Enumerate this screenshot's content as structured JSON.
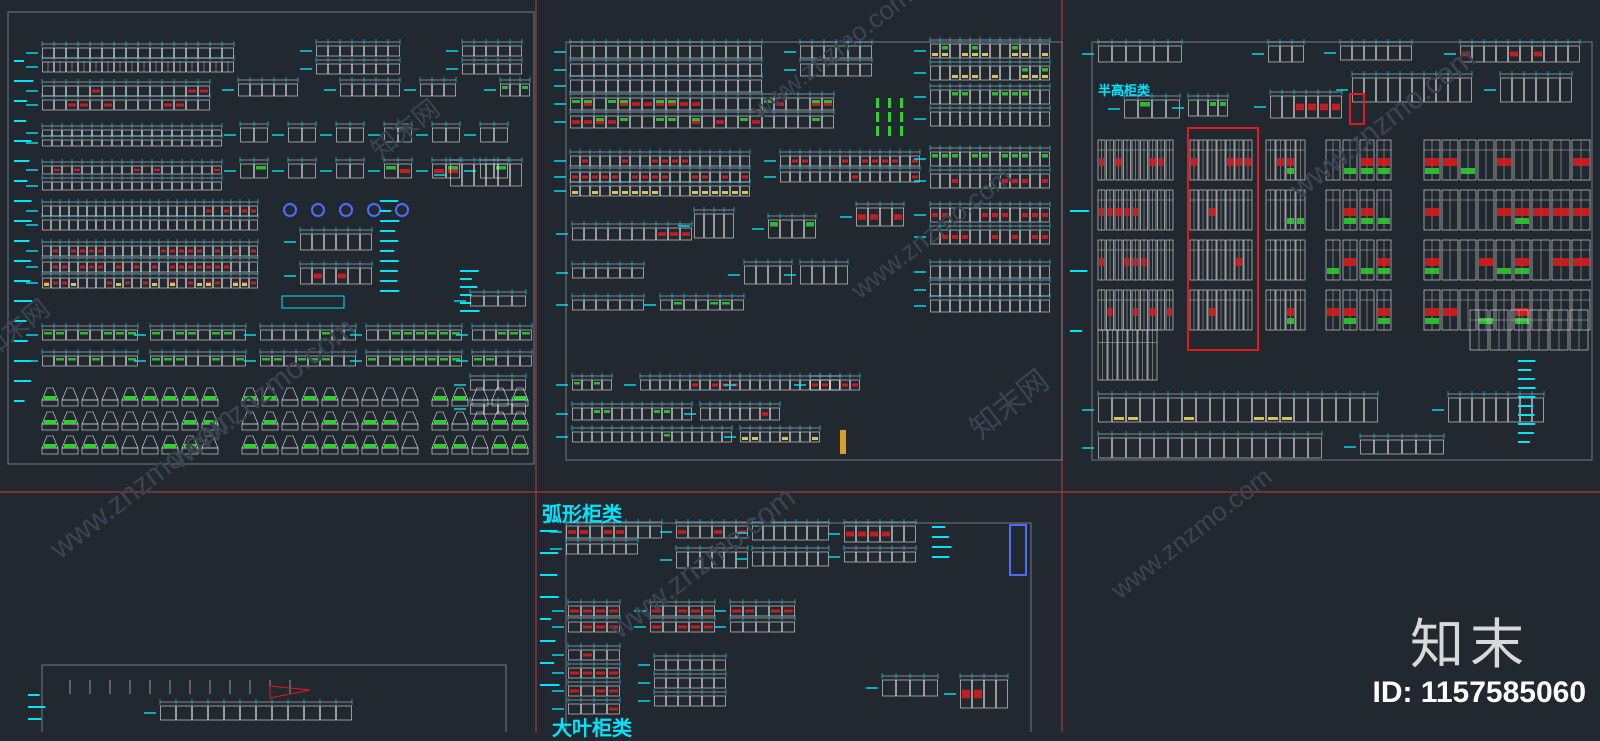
{
  "labels": {
    "half_high_cabinet": "半高柜类",
    "curved_cabinet": "弧形柜类",
    "large_leaf_cabinet": "大叶柜类"
  },
  "branding": {
    "logo_text": "知末",
    "id_text": "ID: 1157585060",
    "watermark_latin": "www.znzmo.com",
    "watermark_cn": "知末网"
  },
  "colors": {
    "background": "#212830",
    "cyan": "#00e5ff",
    "white": "#e6e6e6",
    "red": "#e01b1b",
    "green": "#2fd12f",
    "frame_red": "#a83a3a",
    "frame_grey": "#8a8f96"
  }
}
